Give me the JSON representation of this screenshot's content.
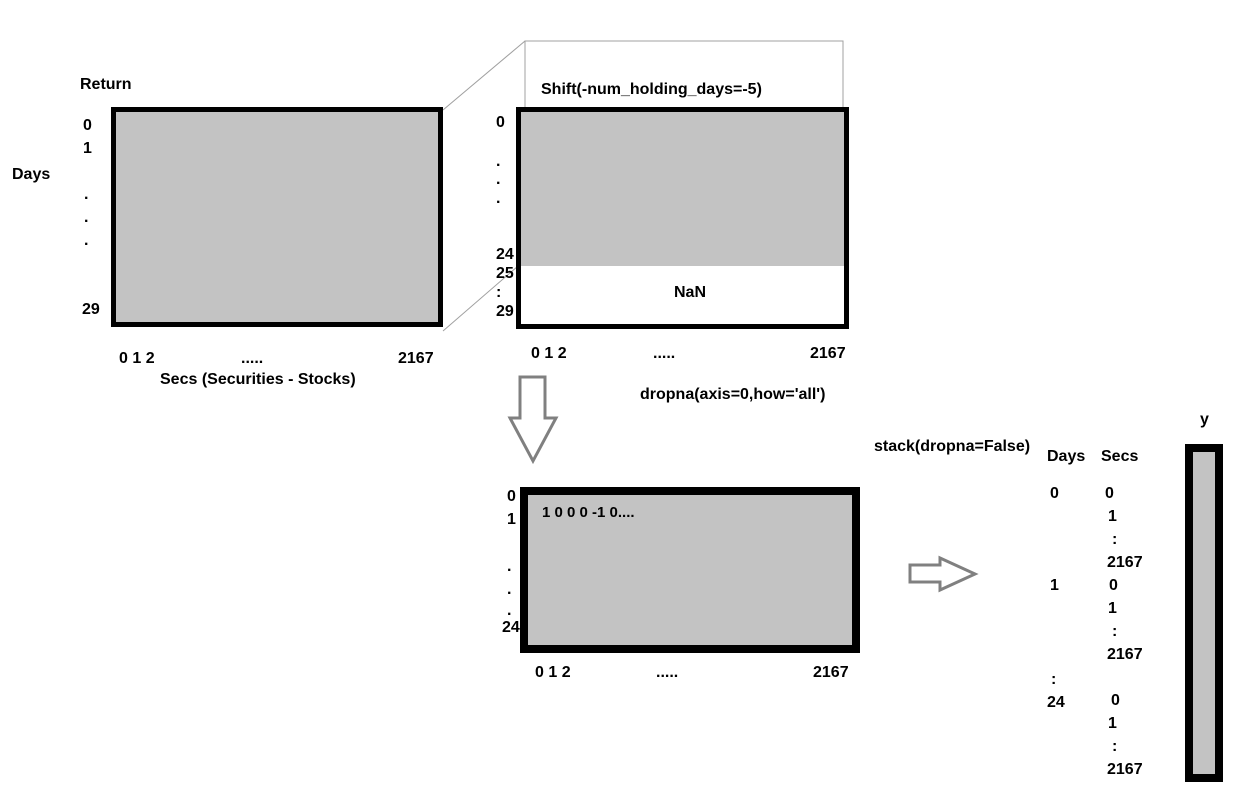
{
  "colors": {
    "matrix_fill": "#c3c3c3",
    "border": "#000000",
    "arrow": "#808080"
  },
  "returns": {
    "title": "Return",
    "axis_label": "Days",
    "rows": [
      "0",
      "1",
      ".",
      ".",
      ".",
      "29"
    ],
    "cols": {
      "start": "0 1 2",
      "dots": ".....",
      "end": "2167"
    },
    "cols_label": "Secs (Securities - Stocks)"
  },
  "shifted": {
    "title": "Shift(-num_holding_days=-5)",
    "rows": [
      "0",
      ".",
      ".",
      ".",
      "24",
      "25",
      ":",
      "29"
    ],
    "nan_label": "NaN",
    "cols": {
      "start": "0 1 2",
      "dots": ".....",
      "end": "2167"
    }
  },
  "dropna_label": "dropna(axis=0,how='all')",
  "dropped": {
    "rows": [
      "0",
      "1",
      ".",
      ".",
      ".",
      "24"
    ],
    "values": "1 0 0 0 -1 0....",
    "cols": {
      "start": "0 1 2",
      "dots": ".....",
      "end": "2167"
    }
  },
  "stack_label": "stack(dropna=False)",
  "stacked": {
    "days_header": "Days",
    "secs_header": "Secs",
    "days": [
      "0",
      "1",
      ":",
      "24"
    ],
    "secs_group": [
      "0",
      "1",
      ":",
      "2167"
    ]
  },
  "y_label": "y"
}
